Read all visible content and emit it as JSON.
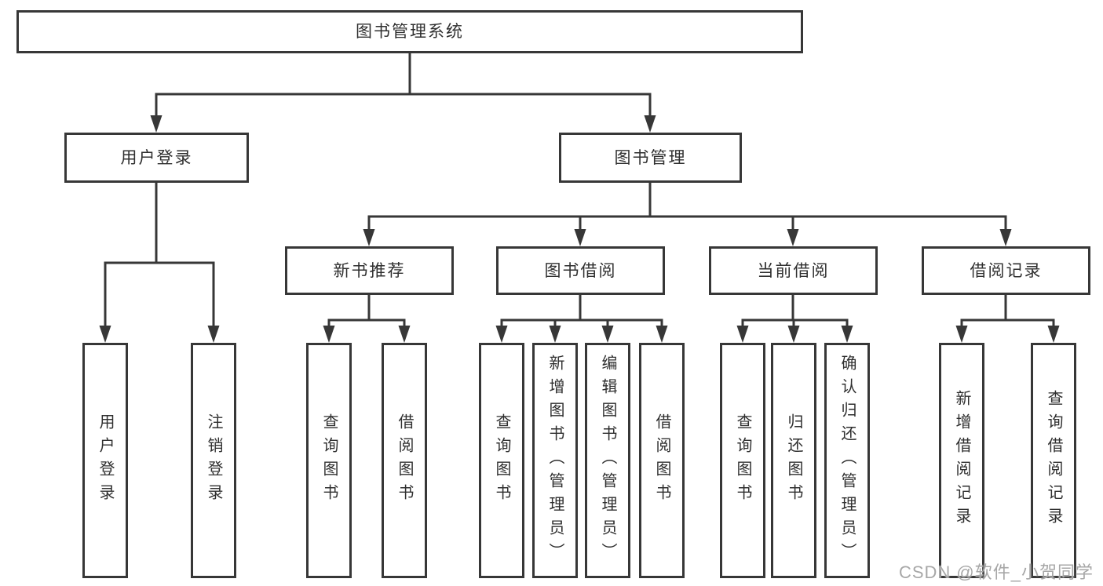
{
  "diagram": {
    "root_label": "图书管理系统",
    "branches": [
      {
        "label": "用户登录",
        "children": [
          "用户登录",
          "注销登录"
        ]
      },
      {
        "label": "图书管理",
        "groups": [
          {
            "label": "新书推荐",
            "children": [
              "查询图书",
              "借阅图书"
            ]
          },
          {
            "label": "图书借阅",
            "children": [
              "查询图书",
              "新增图书（管理员）",
              "编辑图书（管理员）",
              "借阅图书"
            ]
          },
          {
            "label": "当前借阅",
            "children": [
              "查询图书",
              "归还图书",
              "确认归还（管理员）"
            ]
          },
          {
            "label": "借阅记录",
            "children": [
              "新增借阅记录",
              "查询借阅记录"
            ]
          }
        ]
      }
    ]
  },
  "watermark": "CSDN @软件_小贺同学",
  "colors": {
    "line": "#373737",
    "text": "#2f2f2f",
    "background": "#ffffff",
    "watermark": "#a7a7a7"
  }
}
